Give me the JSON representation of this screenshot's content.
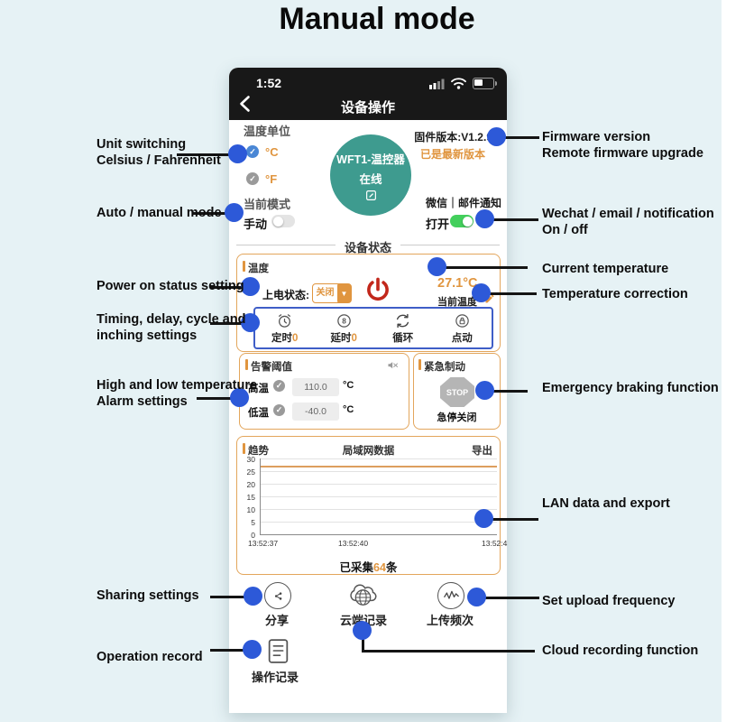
{
  "page_title": "Manual mode",
  "colors": {
    "background": "#e6f2f5",
    "accent_orange": "#e0953f",
    "pointer_blue": "#2d59d8",
    "power_red": "#c2271b",
    "device_green": "#3e9b8f",
    "toggle_green": "#43cf5c",
    "timer_border_blue": "#3f5ec7"
  },
  "phone": {
    "status_bar": {
      "time": "1:52"
    },
    "nav": {
      "title": "设备操作"
    },
    "unit": {
      "label": "温度单位",
      "celsius": "°C",
      "fahrenheit": "°F"
    },
    "device": {
      "name": "WFT1-温控器",
      "status": "在线"
    },
    "firmware": {
      "version": "固件版本:V1.2.9",
      "latest": "已是最新版本"
    },
    "mode": {
      "label": "当前模式",
      "value": "手动"
    },
    "notify": {
      "label": "微信｜邮件通知",
      "value": "打开"
    },
    "status_header": "设备状态",
    "temp": {
      "title": "温度",
      "power_on_label": "上电状态:",
      "power_on_value": "关闭",
      "current_value": "27.1°C",
      "current_label": "当前温度",
      "timers": [
        {
          "label": "定时",
          "value": "0"
        },
        {
          "label": "延时",
          "value": "0"
        },
        {
          "label": "循环",
          "value": ""
        },
        {
          "label": "点动",
          "value": ""
        }
      ]
    },
    "alarm": {
      "title": "告警阈值",
      "rows": [
        {
          "label": "高温",
          "value": "110.0",
          "unit": "°C"
        },
        {
          "label": "低温",
          "value": "-40.0",
          "unit": "°C"
        }
      ]
    },
    "brake": {
      "title": "紧急制动",
      "stop": "STOP",
      "caption": "急停关闭"
    },
    "trend": {
      "title": "趋势",
      "header": "局域网数据",
      "export": "导出",
      "collected_prefix": "已采集",
      "collected_count": "64",
      "collected_suffix": "条"
    },
    "actions": {
      "share": "分享",
      "cloud": "云端记录",
      "upload": "上传频次",
      "record": "操作记录"
    }
  },
  "chart_data": {
    "type": "line",
    "title": "局域网数据",
    "x_labels": [
      "13:52:37",
      "13:52:40",
      "13:52:4"
    ],
    "yticks": [
      "30",
      "25",
      "20",
      "15",
      "10",
      "5",
      "0"
    ],
    "ylim": [
      0,
      30
    ],
    "grid": true,
    "legend": "none",
    "series": [
      {
        "name": "当前温度",
        "color": "#dd9e5e",
        "values": [
          27.1,
          27.1,
          27.1
        ]
      }
    ],
    "collected_count": 64
  },
  "annotations": {
    "left": [
      {
        "lines": [
          "Unit switching",
          "Celsius / Fahrenheit"
        ]
      },
      {
        "lines": [
          "Auto / manual mode"
        ]
      },
      {
        "lines": [
          "Power on status setting"
        ]
      },
      {
        "lines": [
          "Timing, delay, cycle and",
          "inching settings"
        ]
      },
      {
        "lines": [
          "High and low temperature",
          "Alarm settings"
        ]
      },
      {
        "lines": [
          "Sharing settings"
        ]
      },
      {
        "lines": [
          "Operation record"
        ]
      }
    ],
    "right": [
      {
        "lines": [
          "Firmware version",
          "Remote firmware upgrade"
        ]
      },
      {
        "lines": [
          "Wechat / email / notification",
          "On / off"
        ]
      },
      {
        "lines": [
          "Current temperature"
        ]
      },
      {
        "lines": [
          "Temperature correction"
        ]
      },
      {
        "lines": [
          "Emergency braking function"
        ]
      },
      {
        "lines": [
          "LAN data and export"
        ]
      },
      {
        "lines": [
          "Set upload frequency"
        ]
      },
      {
        "lines": [
          "Cloud recording function"
        ]
      }
    ]
  }
}
